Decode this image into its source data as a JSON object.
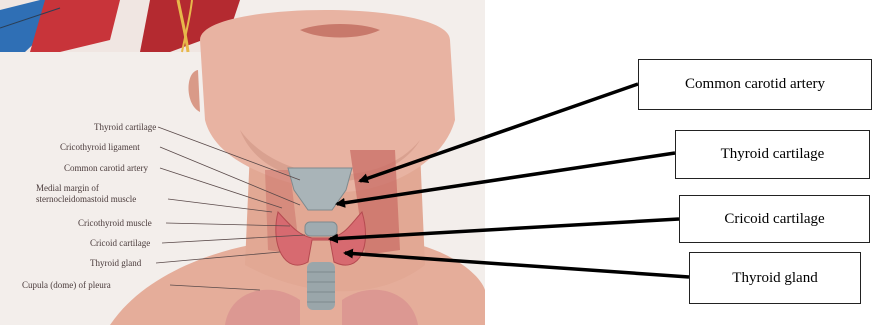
{
  "anatomy_labels": {
    "thyroid_cartilage": "Thyroid cartilage",
    "cricothyroid_ligament": "Cricothyroid ligament",
    "common_carotid_artery": "Common carotid artery",
    "medial_margin_line1": "Medial margin of",
    "medial_margin_line2": "sternocleidomastoid muscle",
    "cricothyroid_muscle": "Cricothyroid muscle",
    "cricoid_cartilage": "Cricoid cartilage",
    "thyroid_gland": "Thyroid gland",
    "cupula": "Cupula (dome) of pleura"
  },
  "callouts": [
    {
      "label": "Common carotid artery"
    },
    {
      "label": "Thyroid cartilage"
    },
    {
      "label": "Cricoid cartilage"
    },
    {
      "label": "Thyroid gland"
    }
  ],
  "colors": {
    "skin": "#e8b3a2",
    "skin_shadow": "#cf9583",
    "background": "#f3eeeb",
    "artery_red": "#c8343a",
    "vein_blue": "#2f6fb5",
    "cartilage": "#a9b4b8",
    "thyroid": "#d76a70",
    "arrow": "#000000"
  }
}
